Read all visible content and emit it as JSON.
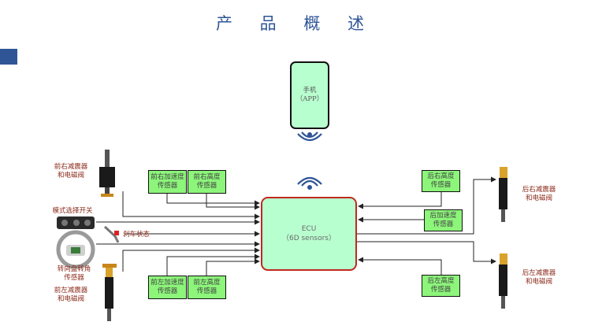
{
  "title": "产 品 概 述",
  "phone": {
    "label": "手机\n（APP）"
  },
  "ecu": {
    "name": "ECU",
    "detail": "（6D sensors）"
  },
  "sensors": {
    "front_right_accel": "前右加速度\n传感器",
    "front_right_height": "前右高度\n传感器",
    "front_left_accel": "前左加速度\n传感器",
    "front_left_height": "前左高度\n传感器",
    "rear_right_height": "后右高度\n传感器",
    "rear_accel": "后加速度\n传感器",
    "rear_left_height": "后左高度\n传感器"
  },
  "components": {
    "front_right_shock": "前右减震器\n和电磁阀",
    "mode_switch": "模式选择开关",
    "brake_status": "刹车状态",
    "steering_sensor": "转向盘转角\n传感器",
    "front_left_shock": "前左减震器\n和电磁阀",
    "rear_right_shock": "后右减震器\n和电磁阀",
    "rear_left_shock": "后左减震器\n和电磁阀"
  },
  "colors": {
    "title": "#2f5597",
    "sensor_fill": "#8cf57a",
    "ecu_fill": "#b8ffd0",
    "ecu_border": "#c0281e",
    "wireless": "#2f5597",
    "label_text": "#8a2a1a"
  },
  "icons": [
    "wireless-signal-icon",
    "shock-absorber-icon",
    "mode-switch-icon",
    "brake-pedal-icon",
    "steering-wheel-icon"
  ]
}
